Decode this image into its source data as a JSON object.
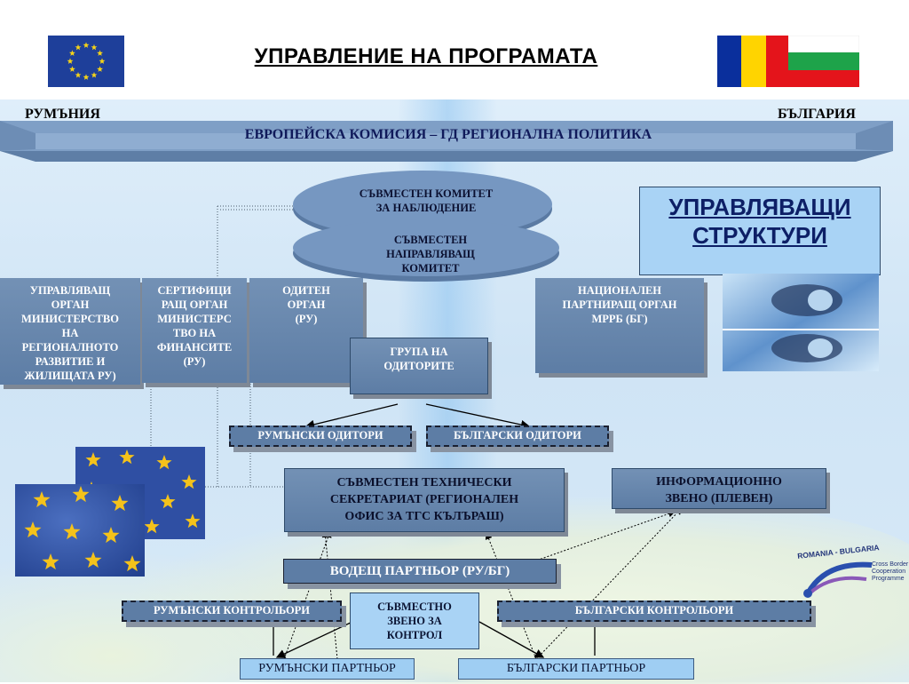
{
  "header": {
    "title": "УПРАВЛЕНИЕ НА ПРОГРАМАТА"
  },
  "countries": {
    "left": "РУМЪНИЯ",
    "right": "БЪЛГАРИЯ"
  },
  "banner": "ЕВРОПЕЙСКА КОМИСИЯ – ГД РЕГИОНАЛНА ПОЛИТИКА",
  "committees": {
    "monitoring": [
      "СЪВМЕСТЕН КОМИТЕТ",
      "ЗА НАБЛЮДЕНИЕ"
    ],
    "steering": [
      "СЪВМЕСТЕН",
      "НАПРАВЛЯВАЩ",
      "КОМИТЕТ"
    ]
  },
  "management_structures": [
    "УПРАВЛЯВАЩИ",
    "СТРУКТУРИ"
  ],
  "authorities": {
    "managing": [
      "УПРАВЛЯВАЩ",
      "ОРГАН",
      "МИНИСТЕРСТВО",
      "НА",
      "РЕГИОНАЛНОТО",
      "РАЗВИТИЕ И",
      "ЖИЛИЩАТА РУ)"
    ],
    "certifying": [
      "СЕРТИФИЦИ",
      "РАЩ ОРГАН",
      "МИНИСТЕРС",
      "ТВО НА",
      "ФИНАНСИТЕ",
      "(РУ)"
    ],
    "audit": [
      "ОДИТЕН",
      "ОРГАН",
      "(РУ)"
    ],
    "national": [
      "НАЦИОНАЛЕН",
      "ПАРТНИРАЩ ОРГАН",
      "МРРБ (БГ)"
    ]
  },
  "auditors_group": [
    "ГРУПА НА",
    "ОДИТОРИТЕ"
  ],
  "auditors": {
    "romanian": "РУМЪНСКИ ОДИТОРИ",
    "bulgarian": "БЪЛГАРСКИ ОДИТОРИ"
  },
  "secretariat": [
    "СЪВМЕСТЕН ТЕХНИЧЕСКИ",
    "СЕКРЕТАРИАТ (РЕГИОНАЛЕН",
    "ОФИС ЗА ТГС КЪЛЪРАШ)"
  ],
  "info_point": [
    "ИНФОРМАЦИОННО",
    "ЗВЕНО (ПЛЕВЕН)"
  ],
  "lead_partner": "ВОДЕЩ ПАРТНЬОР (РУ/БГ)",
  "controllers": {
    "romanian": "РУМЪНСКИ КОНТРОЛЬОРИ",
    "bulgarian": "БЪЛГАРСКИ КОНТРОЛЬОРИ"
  },
  "joint_control": [
    "СЪВМЕСТНО",
    "ЗВЕНО ЗА",
    "КОНТРОЛ"
  ],
  "partners": {
    "romanian": "РУМЪНСКИ ПАРТНЬОР",
    "bulgarian": "БЪЛГАРСКИ ПАРТНЬОР"
  },
  "logo": {
    "title": "ROMANIA - BULGARIA",
    "line1": "Cross Border",
    "line2": "Cooperation",
    "line3": "Programme"
  },
  "colors": {
    "box": "#5d7da5",
    "ellipse": "#6f8fb8",
    "partner": "#9fcef3",
    "eu_blue": "#1e3f9a",
    "eu_star": "#f7d417"
  },
  "icons": [
    "eu-flag-icon",
    "romania-flag-icon",
    "bulgaria-flag-icon"
  ]
}
